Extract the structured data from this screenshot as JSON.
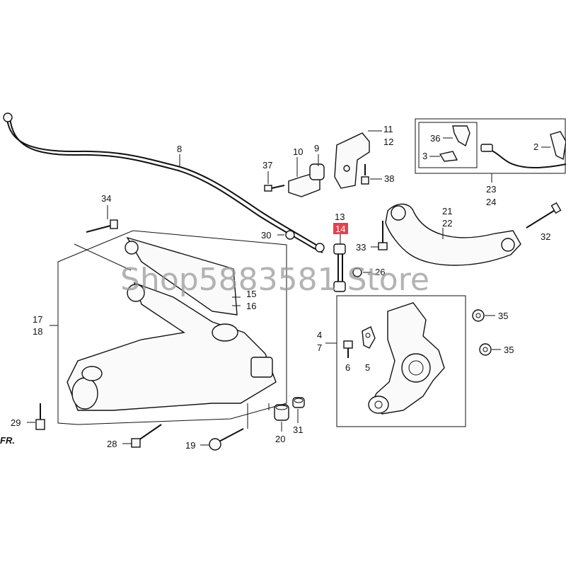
{
  "labels": {
    "p2": "2",
    "p3": "3",
    "p4": "4",
    "p5": "5",
    "p6": "6",
    "p7": "7",
    "p8": "8",
    "p9": "9",
    "p10": "10",
    "p11": "11",
    "p12": "12",
    "p13": "13",
    "p14": "14",
    "p15": "15",
    "p16": "16",
    "p17": "17",
    "p18": "18",
    "p19": "19",
    "p20": "20",
    "p21": "21",
    "p22": "22",
    "p23": "23",
    "p24": "24",
    "p26": "26",
    "p28": "28",
    "p29": "29",
    "p30": "30",
    "p31": "31",
    "p32": "32",
    "p33": "33",
    "p34": "34",
    "p35a": "35",
    "p35b": "35",
    "p36": "36",
    "p37": "37",
    "p38": "38",
    "fr": "FR."
  },
  "highlight": {
    "color": "#e8404a",
    "part": "14"
  },
  "watermark": "Shop5883581 Store"
}
